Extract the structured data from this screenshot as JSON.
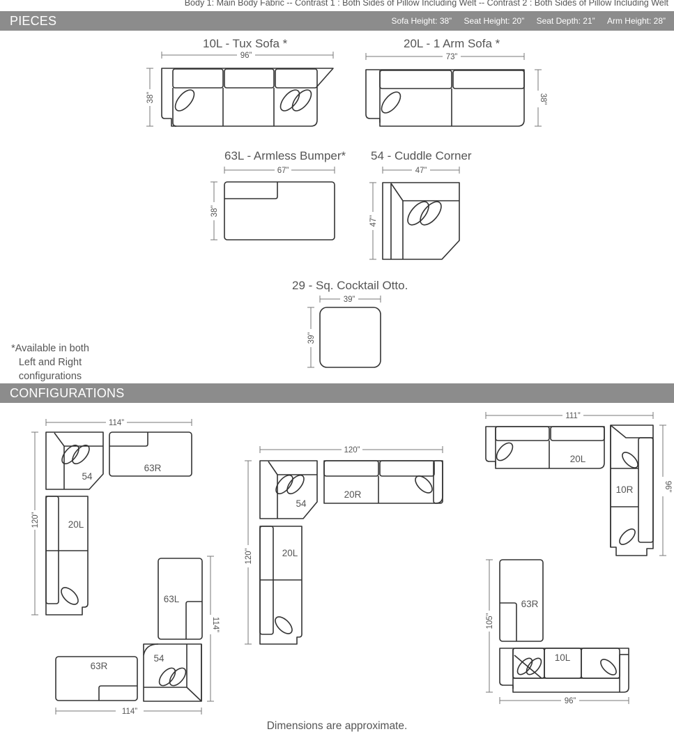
{
  "top_note": "Body 1: Main Body Fabric  --  Contrast 1 : Both Sides of Pillow Including Welt  --  Contrast 2 : Both Sides of Pillow Including Welt",
  "pieces_bar": {
    "title": "PIECES",
    "specs": [
      "Sofa Height: 38”",
      "Seat Height: 20”",
      "Seat Depth: 21”",
      "Arm Height: 28”"
    ]
  },
  "pieces": [
    {
      "label": "10L - Tux Sofa *",
      "width": "96”",
      "height": "38”"
    },
    {
      "label": "20L - 1 Arm Sofa *",
      "width": "73”",
      "height": "38”"
    },
    {
      "label": "63L - Armless Bumper*",
      "width": "67”",
      "height": "38”"
    },
    {
      "label": "54 - Cuddle Corner",
      "width": "47”",
      "height": "47”"
    },
    {
      "label": "29 - Sq. Cocktail Otto.",
      "width": "39”",
      "height": "39”"
    }
  ],
  "availability_note": "*Available in both Left and Right configurations",
  "configurations_bar": {
    "title": "CONFIGURATIONS"
  },
  "configurations": [
    {
      "width": "114”",
      "height": "120”",
      "labels": [
        "54",
        "63R",
        "20L"
      ]
    },
    {
      "width": "114”",
      "height": "114”",
      "labels": [
        "63L",
        "63R",
        "54"
      ]
    },
    {
      "width": "120”",
      "height": "120”",
      "labels": [
        "54",
        "20R",
        "20L"
      ]
    },
    {
      "width": "111”",
      "height": "96”",
      "labels": [
        "20L",
        "10R"
      ]
    },
    {
      "width": "96”",
      "height": "105”",
      "labels": [
        "63R",
        "10L"
      ]
    }
  ],
  "footer": "Dimensions are approximate."
}
